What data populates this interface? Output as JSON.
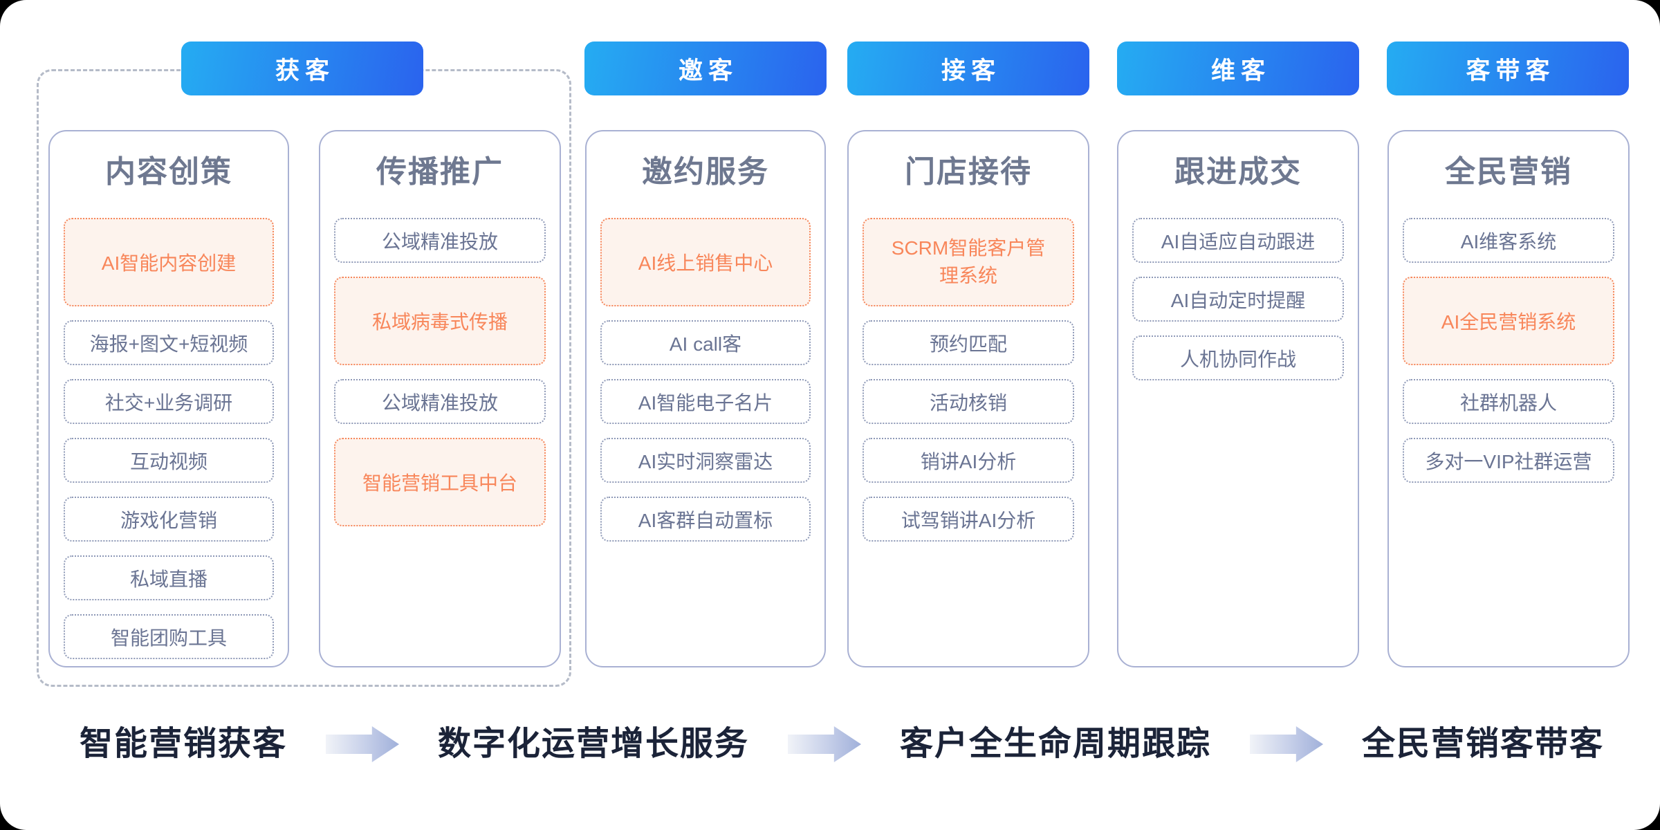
{
  "pills": [
    {
      "label": "获客"
    },
    {
      "label": "邀客"
    },
    {
      "label": "接客"
    },
    {
      "label": "维客"
    },
    {
      "label": "客带客"
    }
  ],
  "columns": [
    {
      "title": "内容创策",
      "items": [
        {
          "label": "AI智能内容创建",
          "highlight": true
        },
        {
          "label": "海报+图文+短视频",
          "highlight": false
        },
        {
          "label": "社交+业务调研",
          "highlight": false
        },
        {
          "label": "互动视频",
          "highlight": false
        },
        {
          "label": "游戏化营销",
          "highlight": false
        },
        {
          "label": "私域直播",
          "highlight": false
        },
        {
          "label": "智能团购工具",
          "highlight": false
        }
      ]
    },
    {
      "title": "传播推广",
      "items": [
        {
          "label": "公域精准投放",
          "highlight": false
        },
        {
          "label": "私域病毒式传播",
          "highlight": true
        },
        {
          "label": "公域精准投放",
          "highlight": false
        },
        {
          "label": "智能营销工具中台",
          "highlight": true
        }
      ]
    },
    {
      "title": "邀约服务",
      "items": [
        {
          "label": "AI线上销售中心",
          "highlight": true
        },
        {
          "label": "AI call客",
          "highlight": false
        },
        {
          "label": "AI智能电子名片",
          "highlight": false
        },
        {
          "label": "AI实时洞察雷达",
          "highlight": false
        },
        {
          "label": "AI客群自动置标",
          "highlight": false
        }
      ]
    },
    {
      "title": "门店接待",
      "items": [
        {
          "label": "SCRM智能客户管理系统",
          "highlight": true
        },
        {
          "label": "预约匹配",
          "highlight": false
        },
        {
          "label": "活动核销",
          "highlight": false
        },
        {
          "label": "销讲AI分析",
          "highlight": false
        },
        {
          "label": "试驾销讲AI分析",
          "highlight": false
        }
      ]
    },
    {
      "title": "跟进成交",
      "items": [
        {
          "label": "AI自适应自动跟进",
          "highlight": false
        },
        {
          "label": "AI自动定时提醒",
          "highlight": false
        },
        {
          "label": "人机协同作战",
          "highlight": false
        }
      ]
    },
    {
      "title": "全民营销",
      "items": [
        {
          "label": "AI维客系统",
          "highlight": false
        },
        {
          "label": "AI全民营销系统",
          "highlight": true
        },
        {
          "label": "社群机器人",
          "highlight": false
        },
        {
          "label": "多对一VIP社群运营",
          "highlight": false
        }
      ]
    }
  ],
  "flow": {
    "steps": [
      "智能营销获客",
      "数字化运营增长服务",
      "客户全生命周期跟踪",
      "全民营销客带客"
    ]
  },
  "colors": {
    "pill_gradient_start": "#25acf2",
    "pill_gradient_end": "#2a63ee",
    "highlight_text": "#f8865a",
    "highlight_bg": "#fdf3ed",
    "item_text": "#6a7493",
    "item_border": "#8d98b6",
    "card_border": "#a9b1d3",
    "header_text": "#6e7890",
    "flow_text": "#1b2338",
    "group_dash": "#b5bbc8"
  }
}
